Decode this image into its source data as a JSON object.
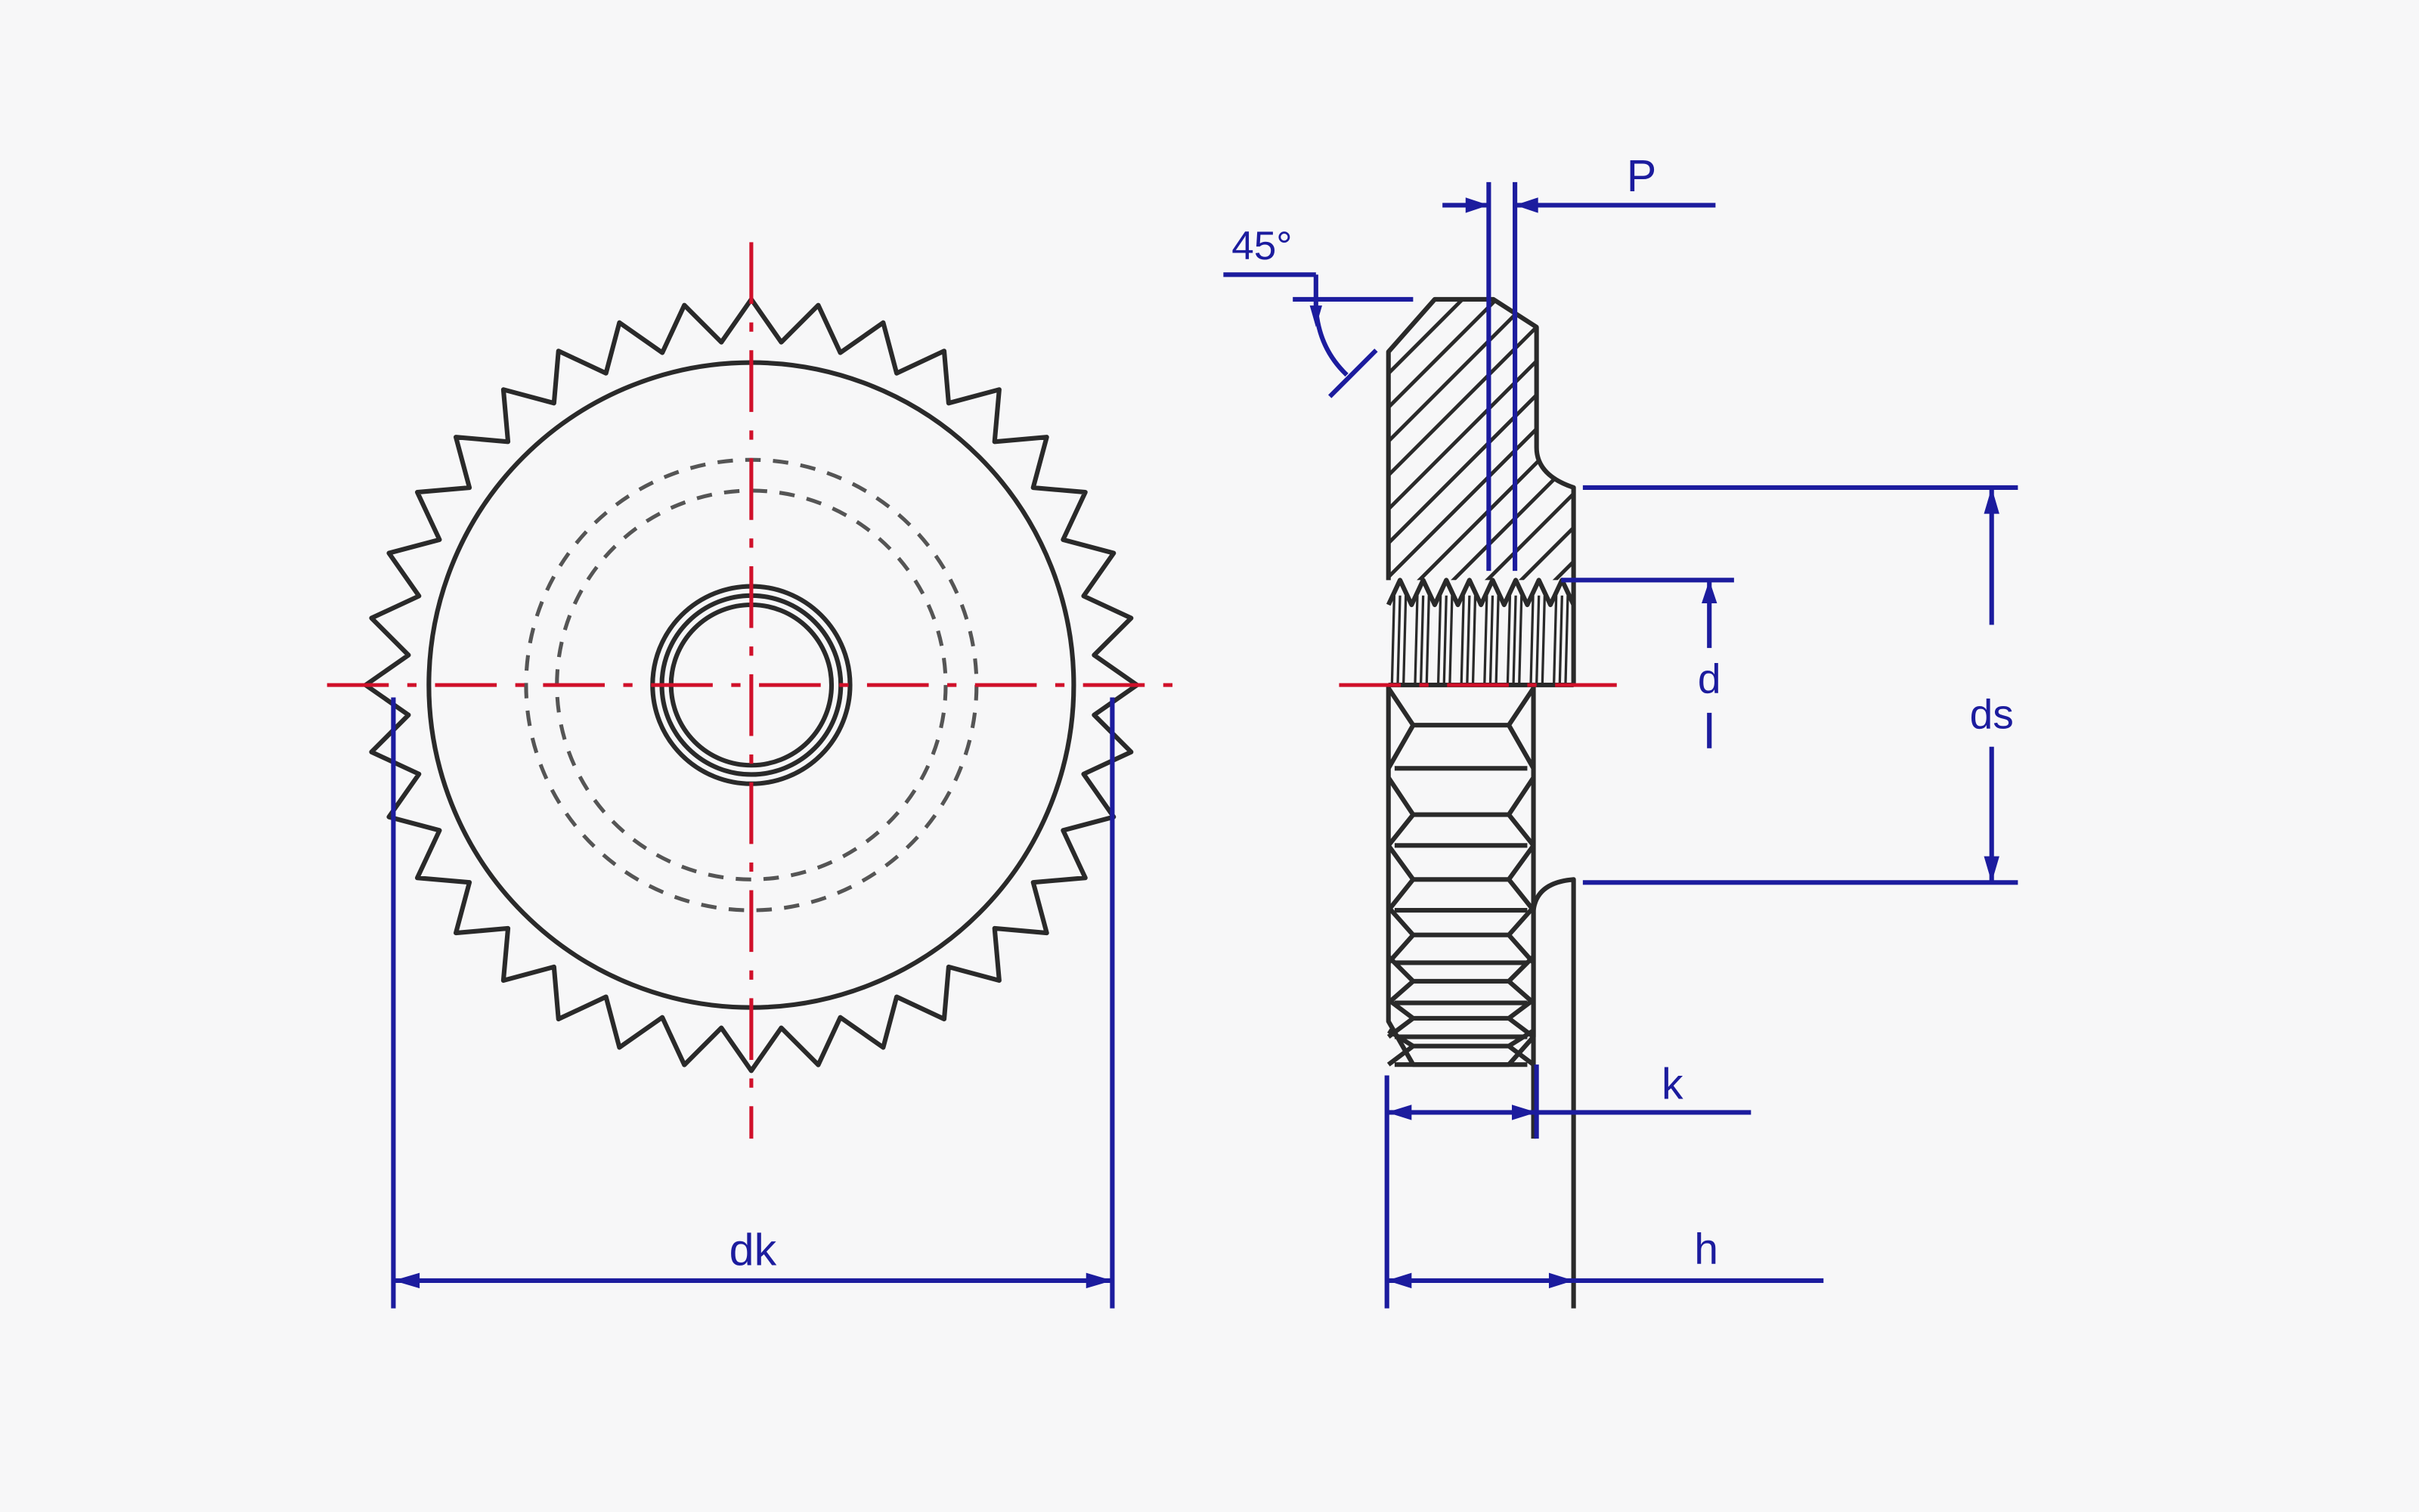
{
  "labels": {
    "dk": "dk",
    "d": "d",
    "ds": "ds",
    "k": "k",
    "h": "h",
    "P": "P",
    "angle": "45°"
  },
  "colors": {
    "outline": "#2a2a2a",
    "centerline": "#d0102a",
    "dimension": "#1c1c9e",
    "background": "#f7f7f8"
  }
}
